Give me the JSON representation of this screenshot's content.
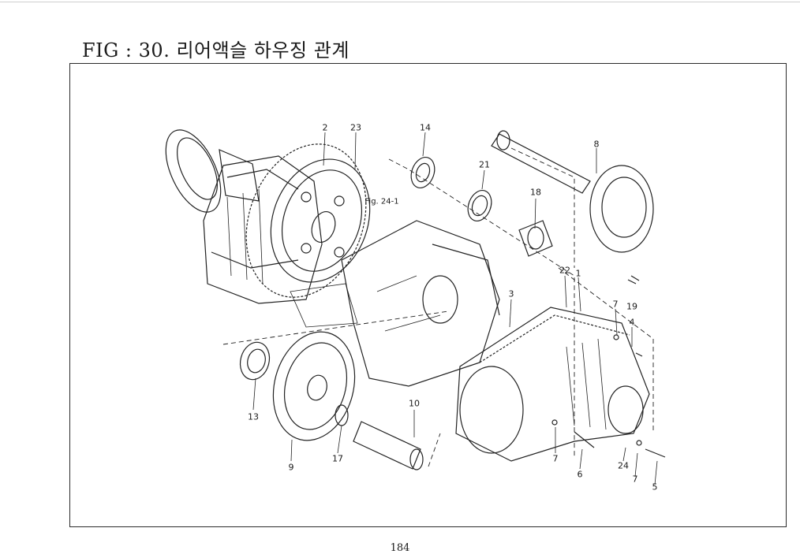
{
  "header": {
    "title": "FIG : 30. 리어액슬 하우징 관계"
  },
  "diagram": {
    "reference_label": "Fig. 24-1",
    "callouts": [
      {
        "id": "c2",
        "text": "2"
      },
      {
        "id": "c23",
        "text": "23"
      },
      {
        "id": "c14",
        "text": "14"
      },
      {
        "id": "c21",
        "text": "21"
      },
      {
        "id": "c8",
        "text": "8"
      },
      {
        "id": "c18",
        "text": "18"
      },
      {
        "id": "c22",
        "text": "22"
      },
      {
        "id": "c1",
        "text": "1"
      },
      {
        "id": "c3",
        "text": "3"
      },
      {
        "id": "c7a",
        "text": "7"
      },
      {
        "id": "c19",
        "text": "19"
      },
      {
        "id": "c4",
        "text": "4"
      },
      {
        "id": "c13",
        "text": "13"
      },
      {
        "id": "c10",
        "text": "10"
      },
      {
        "id": "c9",
        "text": "9"
      },
      {
        "id": "c17",
        "text": "17"
      },
      {
        "id": "c7b",
        "text": "7"
      },
      {
        "id": "c6",
        "text": "6"
      },
      {
        "id": "c24",
        "text": "24"
      },
      {
        "id": "c7c",
        "text": "7"
      },
      {
        "id": "c5",
        "text": "5"
      }
    ]
  },
  "footer": {
    "page_number": "184"
  }
}
